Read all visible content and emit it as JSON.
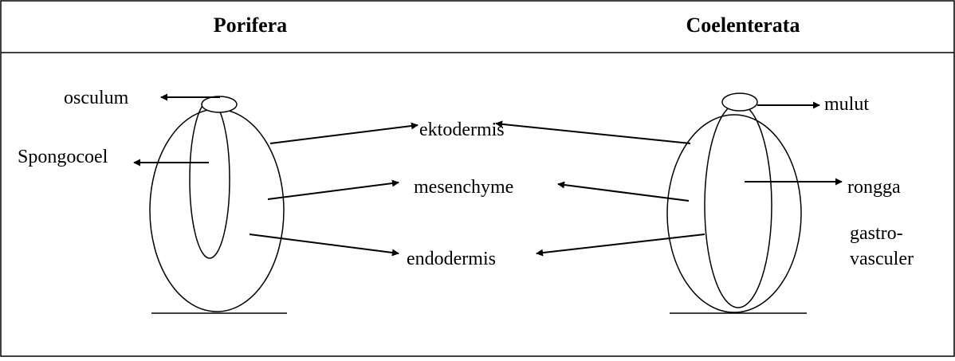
{
  "table": {
    "headers": [
      "Porifera",
      "Coelenterata"
    ]
  },
  "labels": {
    "osculum": "osculum",
    "spongocoel": "Spongocoel",
    "ektodermis": "ektodermis",
    "mesenchyme": "mesenchyme",
    "endodermis": "endodermis",
    "mulut": "mulut",
    "rongga": "rongga",
    "gastro": "gastro-",
    "vasculer": "vasculer"
  },
  "colors": {
    "line": "#000000",
    "background": "#ffffff"
  }
}
